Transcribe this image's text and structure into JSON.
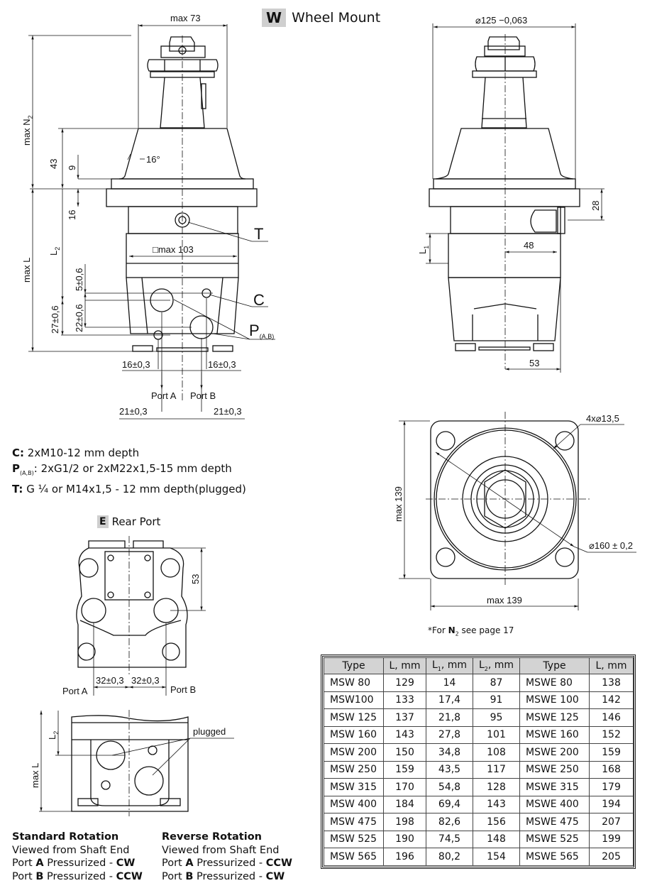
{
  "header": {
    "badge": "W",
    "title": "Wheel Mount"
  },
  "side_view": {
    "max_73": "max 73",
    "max_n2": "max N",
    "n2_sub": "2",
    "dim_43": "43",
    "dim_9": "9",
    "dim_16": "16",
    "angle_16": "16°",
    "max_l": "max L",
    "l2": "L",
    "l2_sub": "2",
    "square_103": "□max 103",
    "dim_5": "5±0,6",
    "dim_22": "22±0,6",
    "dim_27": "27±0,6",
    "label_t": "T",
    "label_c": "C",
    "label_p": "P",
    "label_p_sub": "(A,B)",
    "dim_16a": "16±0,3",
    "dim_16b": "16±0,3",
    "port_a": "Port A",
    "port_b": "Port B",
    "dim_21a": "21±0,3",
    "dim_21b": "21±0,3"
  },
  "front_view": {
    "dia_125": "⌀125 −0,063",
    "dim_28": "28",
    "l1": "L",
    "l1_sub": "1",
    "dim_48": "48",
    "dim_53": "53"
  },
  "flange_view": {
    "holes": "4x⌀13,5",
    "bolt_circle": "⌀160 ± 0,2",
    "max_139_v": "max 139",
    "max_139_h": "max 139"
  },
  "notes": [
    {
      "key": "C:",
      "sub": "",
      "text": " 2xM10-12 mm depth"
    },
    {
      "key": "P",
      "sub": "(A,B)",
      "text": ": 2xG1/2 or 2xM22x1,5-15 mm depth"
    },
    {
      "key": "T:",
      "sub": "",
      "text": " G ¼ or M14x1,5 - 12 mm depth(plugged)"
    }
  ],
  "rear_port": {
    "badge": "E",
    "title": "Rear Port",
    "dim_53": "53",
    "dim_32a": "32±0,3",
    "dim_32b": "32±0,3",
    "port_a": "Port A",
    "port_b": "Port B",
    "max_l": "max L",
    "l2": "L",
    "l2_sub": "2",
    "plugged": "plugged"
  },
  "footnote": {
    "pre": "*For ",
    "bold": "N",
    "sub": "2",
    "post": " see page 17"
  },
  "rotation": {
    "standard": {
      "title": "Standard Rotation",
      "line1": "Viewed from Shaft End",
      "a_pre": "Port ",
      "a_port": "A",
      "a_mid": " Pressurized - ",
      "a_dir": "CW",
      "b_pre": "Port ",
      "b_port": "B",
      "b_mid": " Pressurized - ",
      "b_dir": "CCW"
    },
    "reverse": {
      "title": "Reverse Rotation",
      "line1": "Viewed from Shaft End",
      "a_pre": "Port ",
      "a_port": "A",
      "a_mid": " Pressurized - ",
      "a_dir": "CCW",
      "b_pre": "Port ",
      "b_port": "B",
      "b_mid": " Pressurized - ",
      "b_dir": "CW"
    }
  },
  "table": {
    "headers": [
      "Type",
      "L, mm",
      "L",
      "L",
      "Type",
      "L, mm"
    ],
    "header_subs": [
      "",
      "",
      "1",
      "2",
      "",
      ""
    ],
    "header_suffix": [
      "",
      "",
      ", mm",
      ", mm",
      "",
      ""
    ],
    "rows": [
      [
        "MSW 80",
        "129",
        "14",
        "87",
        "MSWE 80",
        "138"
      ],
      [
        "MSW100",
        "133",
        "17,4",
        "91",
        "MSWE 100",
        "142"
      ],
      [
        "MSW 125",
        "137",
        "21,8",
        "95",
        "MSWE 125",
        "146"
      ],
      [
        "MSW 160",
        "143",
        "27,8",
        "101",
        "MSWE 160",
        "152"
      ],
      [
        "MSW 200",
        "150",
        "34,8",
        "108",
        "MSWE 200",
        "159"
      ],
      [
        "MSW 250",
        "159",
        "43,5",
        "117",
        "MSWE 250",
        "168"
      ],
      [
        "MSW 315",
        "170",
        "54,8",
        "128",
        "MSWE 315",
        "179"
      ],
      [
        "MSW 400",
        "184",
        "69,4",
        "143",
        "MSWE 400",
        "194"
      ],
      [
        "MSW 475",
        "198",
        "82,6",
        "156",
        "MSWE 475",
        "207"
      ],
      [
        "MSW 525",
        "190",
        "74,5",
        "148",
        "MSWE 525",
        "199"
      ],
      [
        "MSW 565",
        "196",
        "80,2",
        "154",
        "MSWE 565",
        "205"
      ]
    ]
  }
}
